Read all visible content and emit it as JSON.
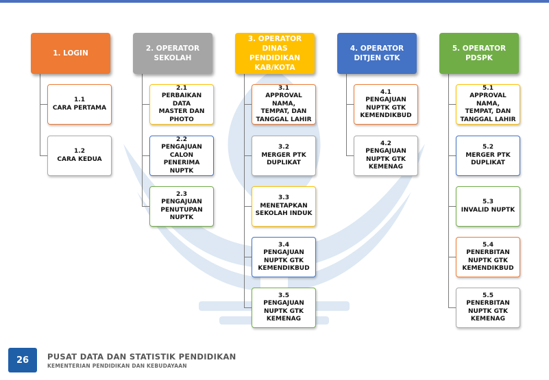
{
  "headers": [
    {
      "label": "1. LOGIN",
      "color": "#ee7a33"
    },
    {
      "label": "2. OPERATOR\nSEKOLAH",
      "color": "#a5a5a5"
    },
    {
      "label": "3. OPERATOR\nDINAS PENDIDIKAN\nKAB/KOTA",
      "color": "#ffc000"
    },
    {
      "label": "4. OPERATOR\nDITJEN GTK",
      "color": "#4472c4"
    },
    {
      "label": "5. OPERATOR\nPDSPK",
      "color": "#70ad47"
    }
  ],
  "columns": [
    [
      {
        "num": "1.1",
        "label": "CARA PERTAMA",
        "border": "#ee7a33"
      },
      {
        "num": "1.2",
        "label": "CARA KEDUA",
        "border": "#aaaaaa"
      }
    ],
    [
      {
        "num": "2.1",
        "label": "PERBAIKAN DATA\nMASTER DAN\nPHOTO",
        "border": "#ffc000"
      },
      {
        "num": "2.2",
        "label": "PENGAJUAN\nCALON PENERIMA\nNUPTK",
        "border": "#4472c4"
      },
      {
        "num": "2.3",
        "label": "PENGAJUAN\nPENUTUPAN\nNUPTK",
        "border": "#70ad47"
      }
    ],
    [
      {
        "num": "3.1",
        "label": "APPROVAL NAMA,\nTEMPAT, DAN\nTANGGAL LAHIR",
        "border": "#ee7a33"
      },
      {
        "num": "3.2",
        "label": "MERGER PTK\nDUPLIKAT",
        "border": "#aaaaaa"
      },
      {
        "num": "3.3",
        "label": "MENETAPKAN\nSEKOLAH INDUK",
        "border": "#ffc000"
      },
      {
        "num": "3.4",
        "label": "PENGAJUAN\nNUPTK GTK\nKEMENDIKBUD",
        "border": "#4472c4"
      },
      {
        "num": "3.5",
        "label": "PENGAJUAN\nNUPTK GTK\nKEMENAG",
        "border": "#70ad47"
      }
    ],
    [
      {
        "num": "4.1",
        "label": "PENGAJUAN\nNUPTK GTK\nKEMENDIKBUD",
        "border": "#ee7a33"
      },
      {
        "num": "4.2",
        "label": "PENGAJUAN\nNUPTK GTK\nKEMENAG",
        "border": "#aaaaaa"
      }
    ],
    [
      {
        "num": "5.1",
        "label": "APPROVAL NAMA,\nTEMPAT, DAN\nTANGGAL LAHIR",
        "border": "#ffc000"
      },
      {
        "num": "5.2",
        "label": "MERGER PTK\nDUPLIKAT",
        "border": "#4472c4"
      },
      {
        "num": "5.3",
        "label": "INVALID NUPTK",
        "border": "#70ad47"
      },
      {
        "num": "5.4",
        "label": "PENERBITAN\nNUPTK GTK\nKEMENDIKBUD",
        "border": "#ee7a33"
      },
      {
        "num": "5.5",
        "label": "PENERBITAN\nNUPTK GTK\nKEMENAG",
        "border": "#aaaaaa"
      }
    ]
  ],
  "footer": {
    "page_number": "26",
    "title": "PUSAT DATA DAN STATISTIK PENDIDIKAN",
    "subtitle": "KEMENTERIAN PENDIDIKAN DAN KEBUDAYAAN"
  }
}
